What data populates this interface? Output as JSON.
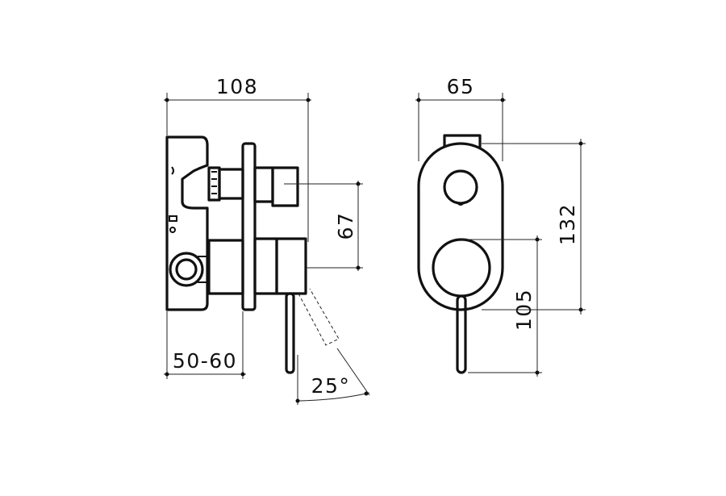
{
  "side_view": {
    "dim_width": "108",
    "dim_vertical": "67",
    "dim_depth": "50-60",
    "dim_angle": "25°"
  },
  "front_view": {
    "dim_width": "65",
    "dim_height": "132",
    "dim_lever": "105"
  },
  "colors": {
    "line": "#111111",
    "background": "#ffffff"
  }
}
